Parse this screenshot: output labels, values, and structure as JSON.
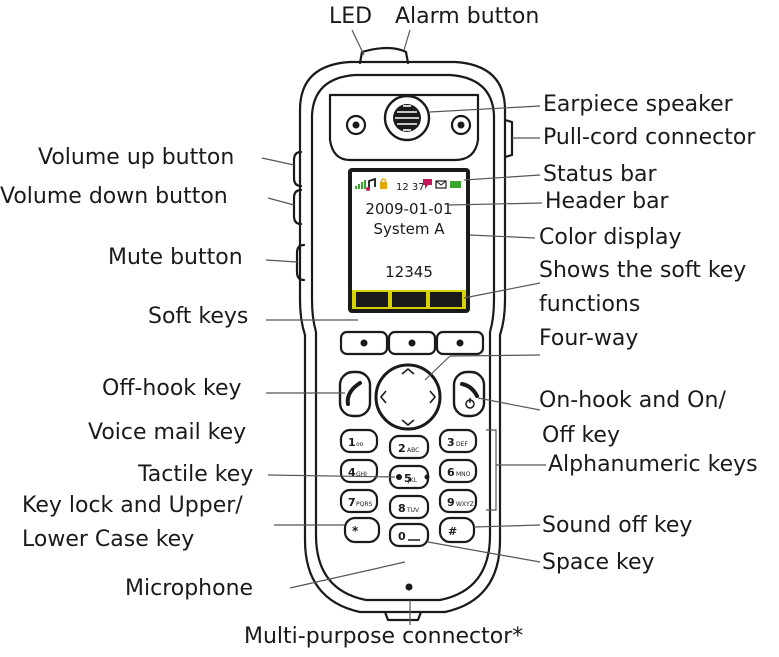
{
  "labels": {
    "led": "LED",
    "alarm_button": "Alarm button",
    "earpiece_speaker": "Earpiece speaker",
    "pull_cord_connector": "Pull-cord connector",
    "volume_up_button": "Volume up button",
    "volume_down_button": "Volume down button",
    "status_bar": "Status bar",
    "header_bar": "Header bar",
    "color_display": "Color display",
    "mute_button": "Mute button",
    "soft_key_functions_line1": "Shows the soft key",
    "soft_key_functions_line2": "functions",
    "soft_keys": "Soft keys",
    "four_way": "Four-way",
    "off_hook_key": "Off-hook key",
    "on_hook_line1": "On-hook and On/",
    "on_hook_line2": "Off key",
    "voice_mail_key": "Voice mail key",
    "alphanumeric_keys": "Alphanumeric keys",
    "tactile_key": "Tactile key",
    "key_lock_line1": "Key lock and Upper/",
    "key_lock_line2": "Lower Case key",
    "sound_off_key": "Sound off key",
    "space_key": "Space key",
    "microphone": "Microphone",
    "multi_purpose_connector": "Multi-purpose connector*"
  },
  "screen": {
    "time": "12 37",
    "date": "2009-01-01",
    "system": "System A",
    "number": "12345"
  },
  "keys": {
    "k1": {
      "digit": "1",
      "sub": "oo"
    },
    "k2": {
      "digit": "2",
      "sub": "ABC"
    },
    "k3": {
      "digit": "3",
      "sub": "DEF"
    },
    "k4": {
      "digit": "4",
      "sub": "GHI"
    },
    "k5": {
      "digit": "5",
      "sub": "JKL"
    },
    "k6": {
      "digit": "6",
      "sub": "MNO"
    },
    "k7": {
      "digit": "7",
      "sub": "PQRS"
    },
    "k8": {
      "digit": "8",
      "sub": "TUV"
    },
    "k9": {
      "digit": "9",
      "sub": "WXYZ"
    },
    "kstar": {
      "digit": "*",
      "sub": ""
    },
    "k0": {
      "digit": "0",
      "sub": ""
    },
    "khash": {
      "digit": "#",
      "sub": ""
    }
  },
  "colors": {
    "outline": "#1a1a1a",
    "display_bg": "#ffffff",
    "softkey_bar": "#d8d200",
    "signal": "#3aa52c",
    "alert": "#c2185b",
    "lock": "#e0a800",
    "battery": "#3aa52c"
  }
}
